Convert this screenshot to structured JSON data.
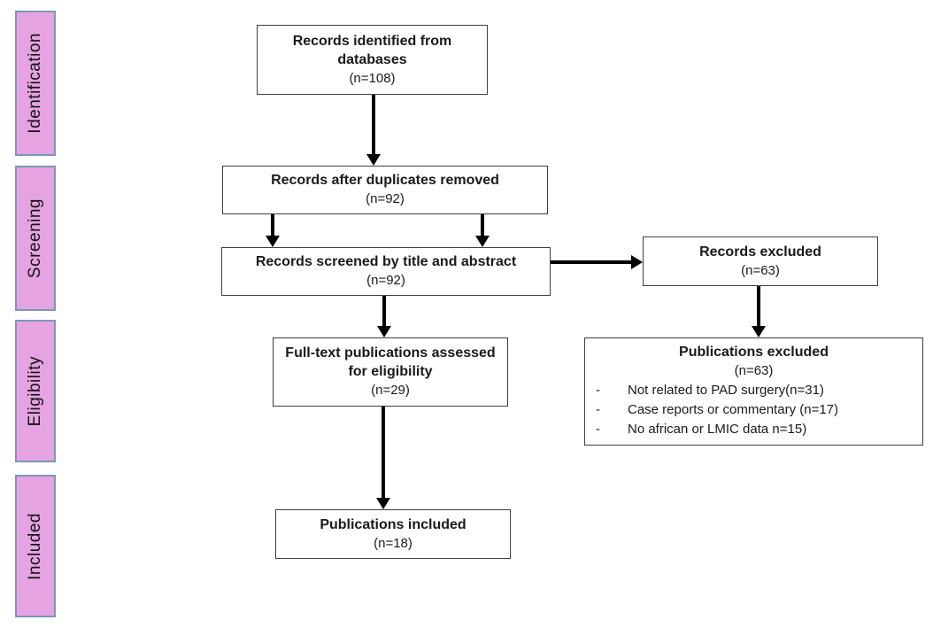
{
  "palette": {
    "stage_fill": "#E5A3E1",
    "stage_border": "#7B96B8",
    "box_border": "#3F3F3F",
    "arrow": "#000000",
    "text": "#1A1A1A",
    "background": "#FFFFFF"
  },
  "stages": [
    {
      "label": "Identification"
    },
    {
      "label": "Screening"
    },
    {
      "label": "Eligibility"
    },
    {
      "label": "Included"
    }
  ],
  "boxes": {
    "identified": {
      "title": "Records identified from databases",
      "count": "(n=108)"
    },
    "duplicates_removed": {
      "title": "Records after duplicates removed",
      "count": "(n=92)"
    },
    "screened": {
      "title": "Records screened by title and abstract",
      "count": "(n=92)"
    },
    "records_excluded": {
      "title": "Records excluded",
      "count": "(n=63)"
    },
    "fulltext_assessed": {
      "title": "Full-text publications assessed for eligibility",
      "count": "(n=29)"
    },
    "publications_excluded": {
      "title": "Publications excluded",
      "count": "(n=63)",
      "bullet": "-",
      "reasons": [
        "Not related to PAD surgery(n=31)",
        "Case reports or commentary (n=17)",
        "No african or LMIC data n=15)"
      ]
    },
    "publications_included": {
      "title": "Publications included",
      "count": "(n=18)"
    }
  }
}
